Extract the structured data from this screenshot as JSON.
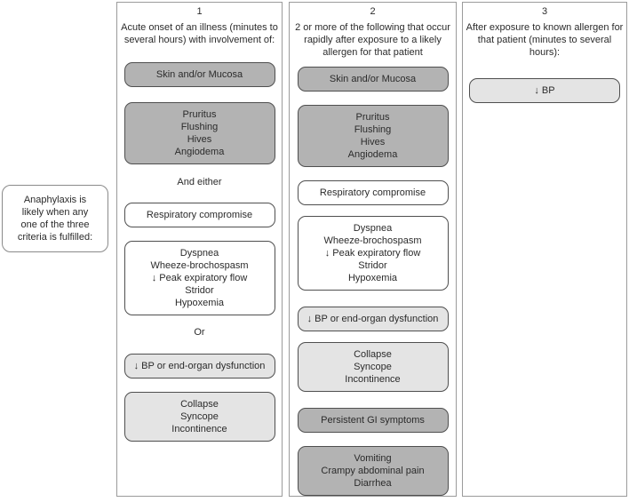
{
  "colors": {
    "dark_box": "#b3b3b3",
    "light_box": "#e4e4e4",
    "white_box": "#ffffff",
    "box_border": "#4f4f4f",
    "column_border": "#9b9b9b",
    "note_border": "#8a8a8a",
    "text": "#2b2b2b"
  },
  "note": {
    "lines": [
      "Anaphylaxis is",
      "likely when any",
      "one of the three",
      "criteria is fulfilled:"
    ]
  },
  "columns": [
    {
      "number": "1",
      "description_lines": [
        "Acute onset of an illness (minutes to",
        "several hours) with involvement of:"
      ],
      "connectors": {
        "and_either": "And either",
        "or": "Or"
      },
      "boxes": {
        "skin": "Skin and/or Mucosa",
        "skin_symptoms": [
          "Pruritus",
          "Flushing",
          "Hives",
          "Angiodema"
        ],
        "respiratory": "Respiratory compromise",
        "respiratory_details": [
          "Dyspnea",
          "Wheeze-brochospasm",
          "↓ Peak expiratory flow",
          "Stridor",
          "Hypoxemia"
        ],
        "bp": "↓ BP or end-organ dysfunction",
        "collapse": [
          "Collapse",
          "Syncope",
          "Incontinence"
        ]
      }
    },
    {
      "number": "2",
      "description_lines": [
        "2 or more of the following that occur",
        "rapidly after exposure to a likely",
        "allergen for that patient"
      ],
      "boxes": {
        "skin": "Skin and/or Mucosa",
        "skin_symptoms": [
          "Pruritus",
          "Flushing",
          "Hives",
          "Angiodema"
        ],
        "respiratory": "Respiratory compromise",
        "respiratory_details": [
          "Dyspnea",
          "Wheeze-brochospasm",
          "↓ Peak expiratory flow",
          "Stridor",
          "Hypoxemia"
        ],
        "bp": "↓ BP or end-organ dysfunction",
        "collapse": [
          "Collapse",
          "Syncope",
          "Incontinence"
        ],
        "gi": "Persistent GI symptoms",
        "gi_symptoms": [
          "Vomiting",
          "Crampy abdominal pain",
          "Diarrhea"
        ]
      }
    },
    {
      "number": "3",
      "description_lines": [
        "After exposure to known allergen for",
        "that patient (minutes to several hours):"
      ],
      "boxes": {
        "bp": "↓ BP"
      }
    }
  ]
}
